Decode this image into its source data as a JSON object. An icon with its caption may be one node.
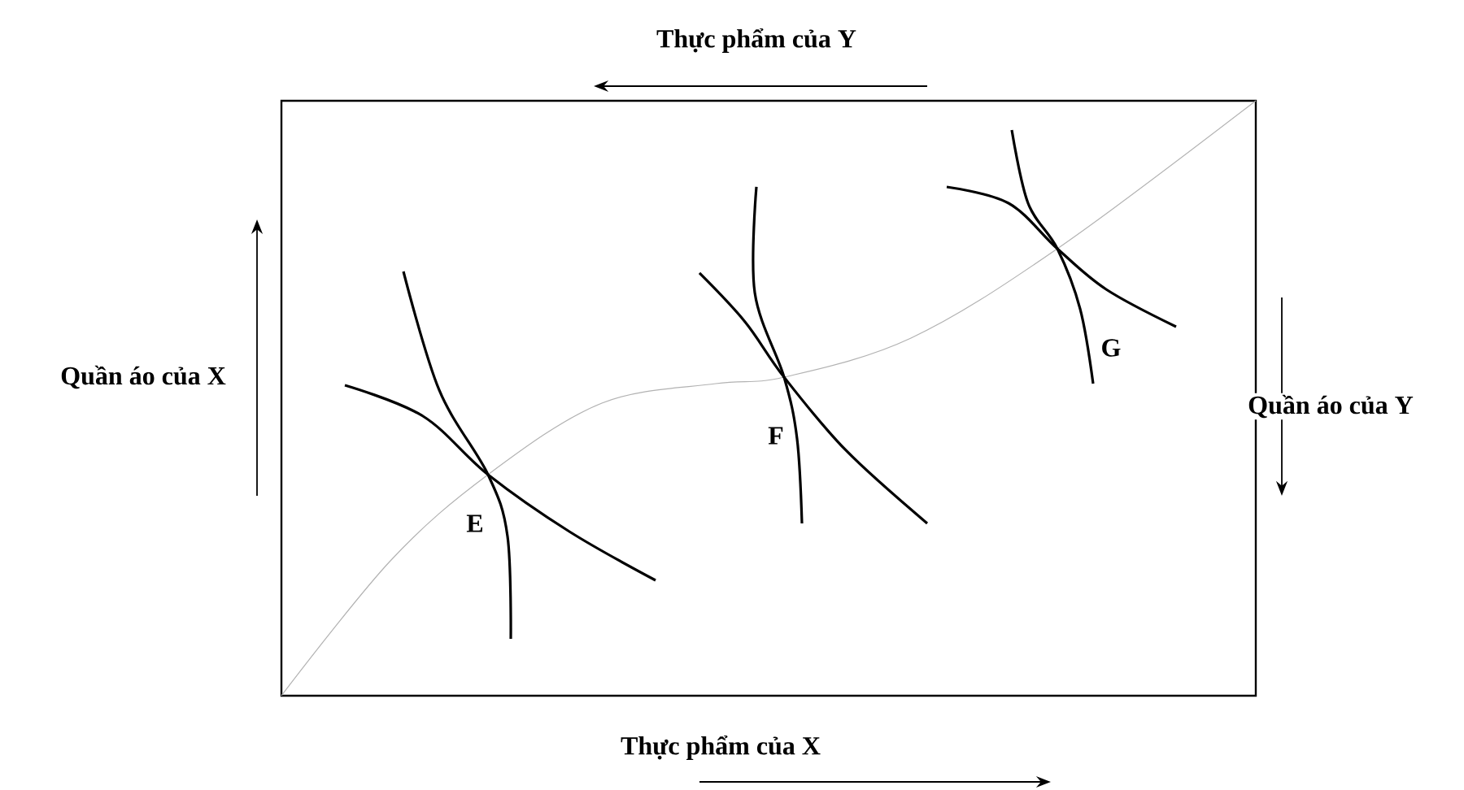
{
  "diagram": {
    "labels": [
      "Thực phẩm của Y",
      "G",
      "Quần áo của X",
      "Quần áo của Y",
      "F",
      "E",
      "Thực phẩm của X"
    ]
  }
}
